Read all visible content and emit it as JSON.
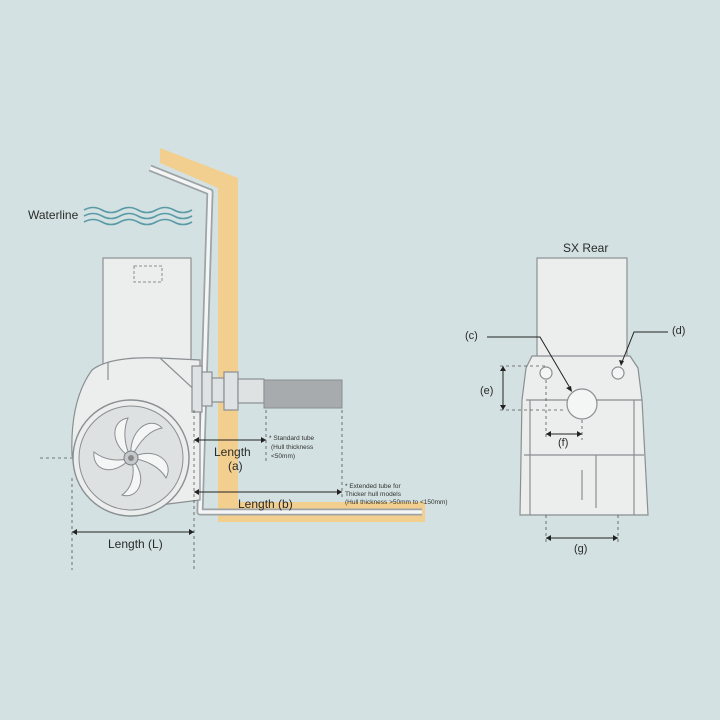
{
  "labels": {
    "waterline": "Waterline",
    "length_a_line1": "Length",
    "length_a_line2": "(a)",
    "length_b": "Length (b)",
    "length_l": "Length (L)",
    "sx_rear": "SX Rear",
    "c": "(c)",
    "d": "(d)",
    "e": "(e)",
    "f": "(f)",
    "g": "(g)"
  },
  "notes": {
    "standard_tube": [
      "* Standard tube",
      "(Hull thickness",
      "<50mm)"
    ],
    "extended_tube": [
      "* Extended tube for",
      "Thicker hull models",
      "(Hull thickness >50mm to <150mm)"
    ]
  },
  "colors": {
    "background": "#d3e1e2",
    "hull": "#f2cf8e",
    "thruster_body": "#e9ecec",
    "water": "#5a9aa6",
    "tube": "#a8abad"
  }
}
